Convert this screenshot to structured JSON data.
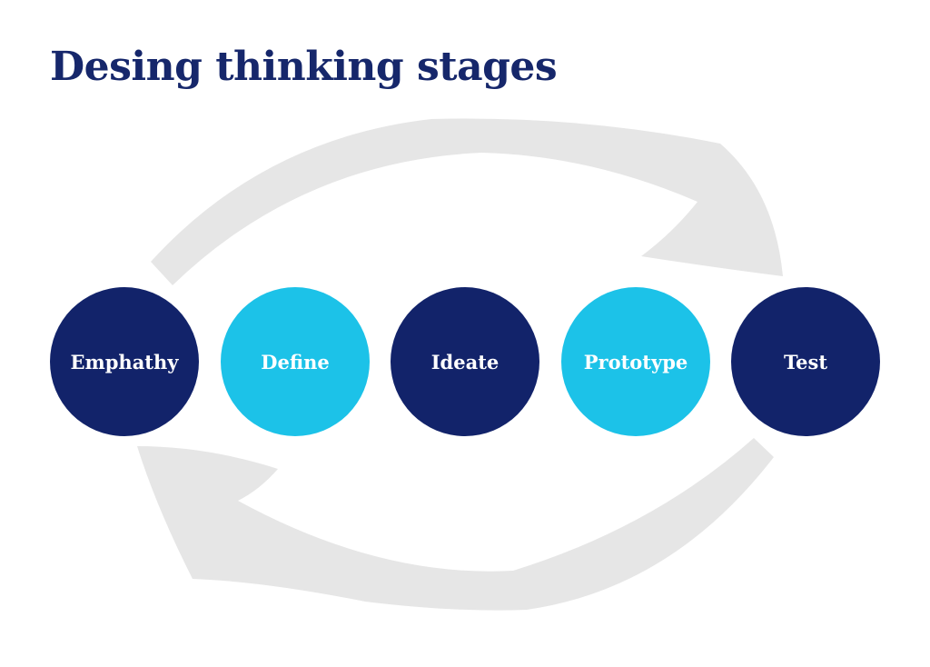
{
  "title": "Desing thinking stages",
  "colors": {
    "navy": "#12236a",
    "cyan": "#1cc2e8",
    "arrow_gray": "#e6e6e6",
    "label_white": "#ffffff",
    "title_navy": "#16276b",
    "background": "#ffffff"
  },
  "diagram": {
    "stages": [
      {
        "label": "Emphathy",
        "color": "navy"
      },
      {
        "label": "Define",
        "color": "cyan"
      },
      {
        "label": "Ideate",
        "color": "navy"
      },
      {
        "label": "Prototype",
        "color": "cyan"
      },
      {
        "label": "Test",
        "color": "navy"
      }
    ],
    "arrows": [
      {
        "id": "top-arrow",
        "direction": "pointing-right"
      },
      {
        "id": "bottom-arrow",
        "direction": "pointing-left"
      }
    ]
  }
}
